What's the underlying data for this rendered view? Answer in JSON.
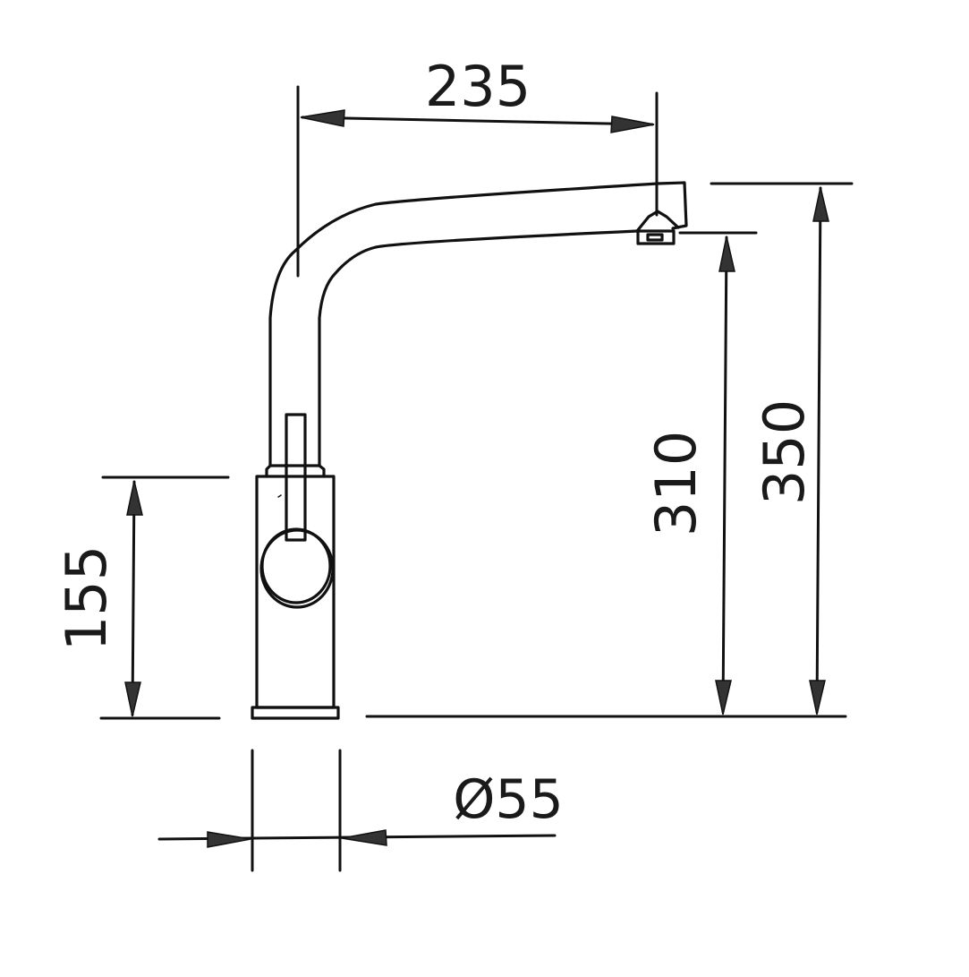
{
  "drawing": {
    "title": "Kitchen faucet dimension drawing (side view)",
    "units": "mm",
    "line_color": "#111111",
    "background": "#ffffff"
  },
  "dimensions": {
    "spout_reach": {
      "label": "235",
      "orientation": "horizontal"
    },
    "outlet_height": {
      "label": "310",
      "orientation": "vertical"
    },
    "total_height": {
      "label": "350",
      "orientation": "vertical"
    },
    "body_height": {
      "label": "155",
      "orientation": "vertical"
    },
    "base_diameter": {
      "label": "Ø55",
      "orientation": "horizontal"
    }
  },
  "parts": {
    "spout": "spout",
    "aerator": "aerator",
    "body": "faucet-body",
    "lever": "lever-handle",
    "cartridge_knob": "handle-knob",
    "base_ring": "base-ring"
  }
}
